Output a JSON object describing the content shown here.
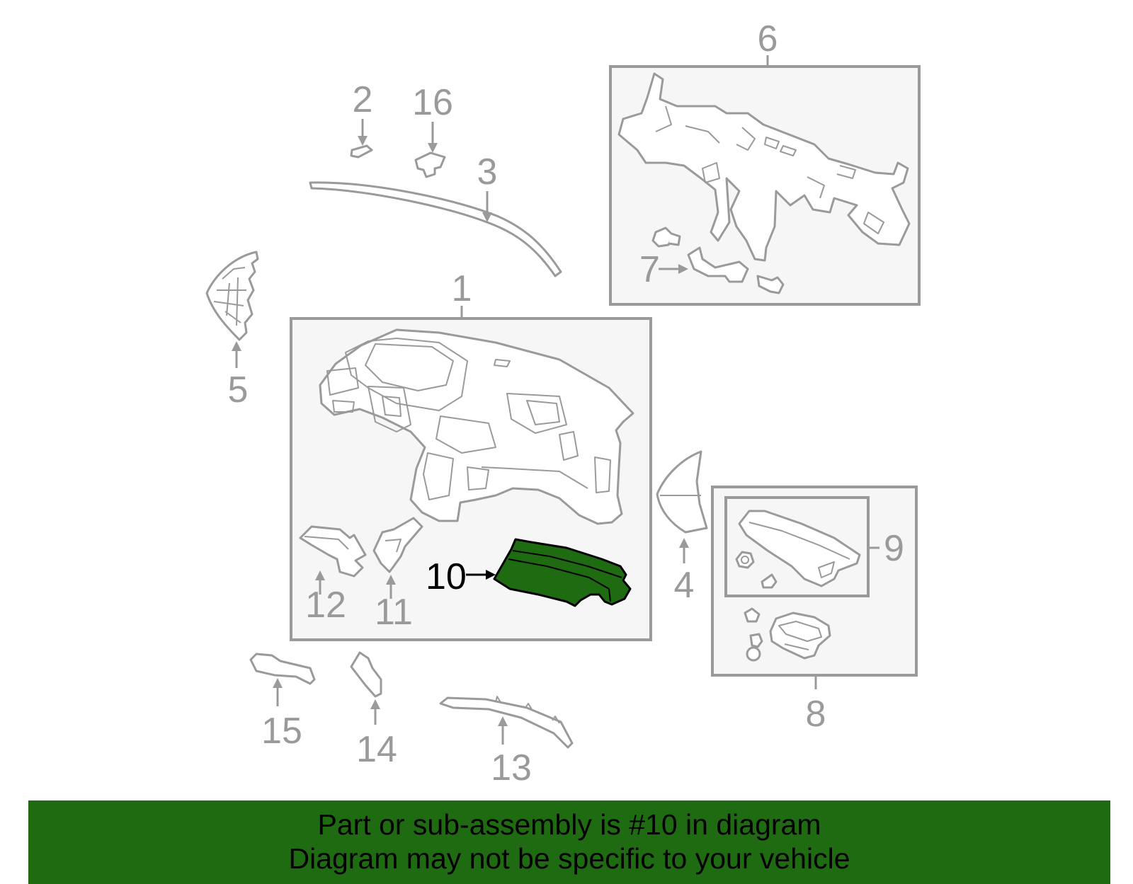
{
  "diagram": {
    "callouts": {
      "c1": "1",
      "c2": "2",
      "c3": "3",
      "c4": "4",
      "c5": "5",
      "c6": "6",
      "c7": "7",
      "c8": "8",
      "c9": "9",
      "c10": "10",
      "c11": "11",
      "c12": "12",
      "c13": "13",
      "c14": "14",
      "c15": "15",
      "c16": "16"
    },
    "highlighted_part": "10",
    "colors": {
      "highlight": "#1f6b12",
      "line_art": "#9a9a9a",
      "box_fill": "#f6f6f6"
    }
  },
  "banner": {
    "line1": "Part or sub-assembly is #10 in diagram",
    "line2": "Diagram may not be specific to your vehicle",
    "background": "#1f6b12"
  }
}
